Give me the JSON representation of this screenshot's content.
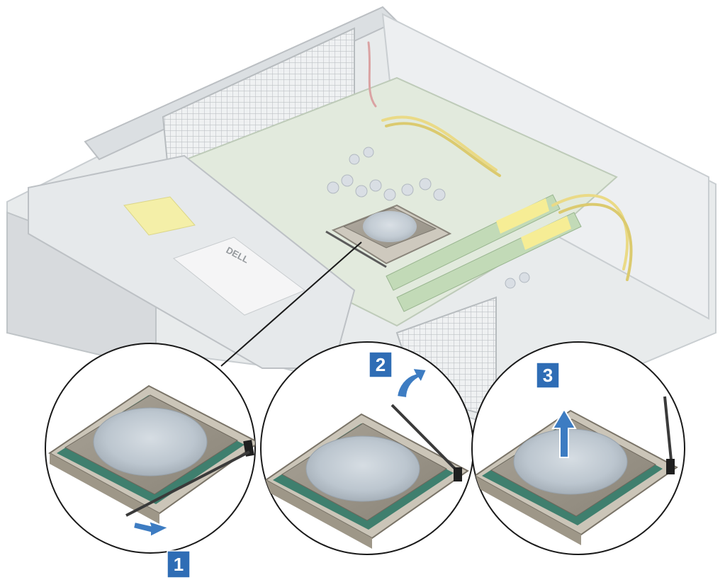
{
  "diagram": {
    "steps": [
      {
        "number": "1",
        "action": "push-out-arrow-icon"
      },
      {
        "number": "2",
        "action": "rotate-up-arrow-icon"
      },
      {
        "number": "3",
        "action": "lift-up-arrow-icon"
      }
    ],
    "chassis_labels": {
      "psu_brand": "DELL"
    },
    "colors": {
      "badge_fill": "#2f6db5",
      "badge_text": "#ffffff",
      "arrow_fill": "#3d7cc2",
      "arrow_stroke": "#ffffff",
      "circle_stroke": "#1a1a1a",
      "chassis": "#d9dde0",
      "board": "#cfdcc8",
      "ram_sticker": "#f6ec8a",
      "cpu_lid": "#9a948a",
      "paste": "#b9c3cc",
      "socket": "#c9c4b8"
    }
  }
}
